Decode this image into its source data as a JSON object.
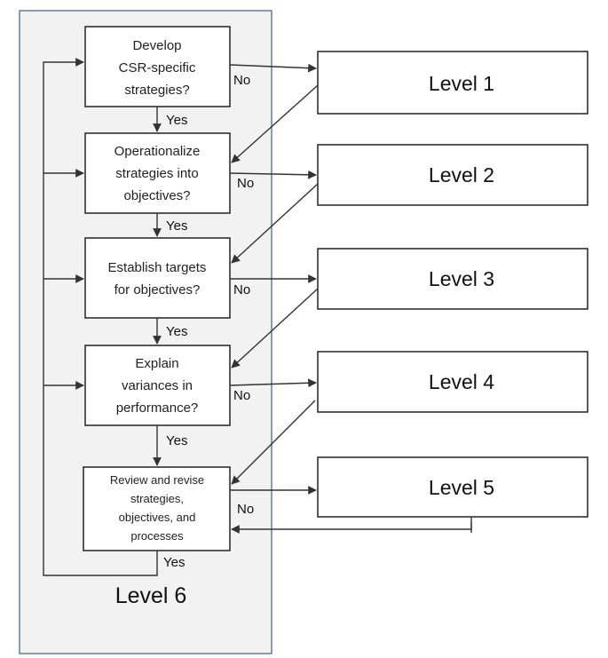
{
  "panel_title": "Level 6",
  "decisions": [
    {
      "lines": [
        "Develop",
        "CSR-specific",
        "strategies?"
      ]
    },
    {
      "lines": [
        "Operationalize",
        "strategies into",
        "objectives?"
      ]
    },
    {
      "lines": [
        "Establish targets",
        "for objectives?"
      ]
    },
    {
      "lines": [
        "Explain",
        "variances in",
        "performance?"
      ]
    },
    {
      "lines": [
        "Review and revise",
        "strategies,",
        "objectives, and",
        "processes"
      ]
    }
  ],
  "levels": [
    "Level 1",
    "Level 2",
    "Level 3",
    "Level 4",
    "Level 5"
  ],
  "edge_labels": {
    "yes": "Yes",
    "no": "No"
  }
}
